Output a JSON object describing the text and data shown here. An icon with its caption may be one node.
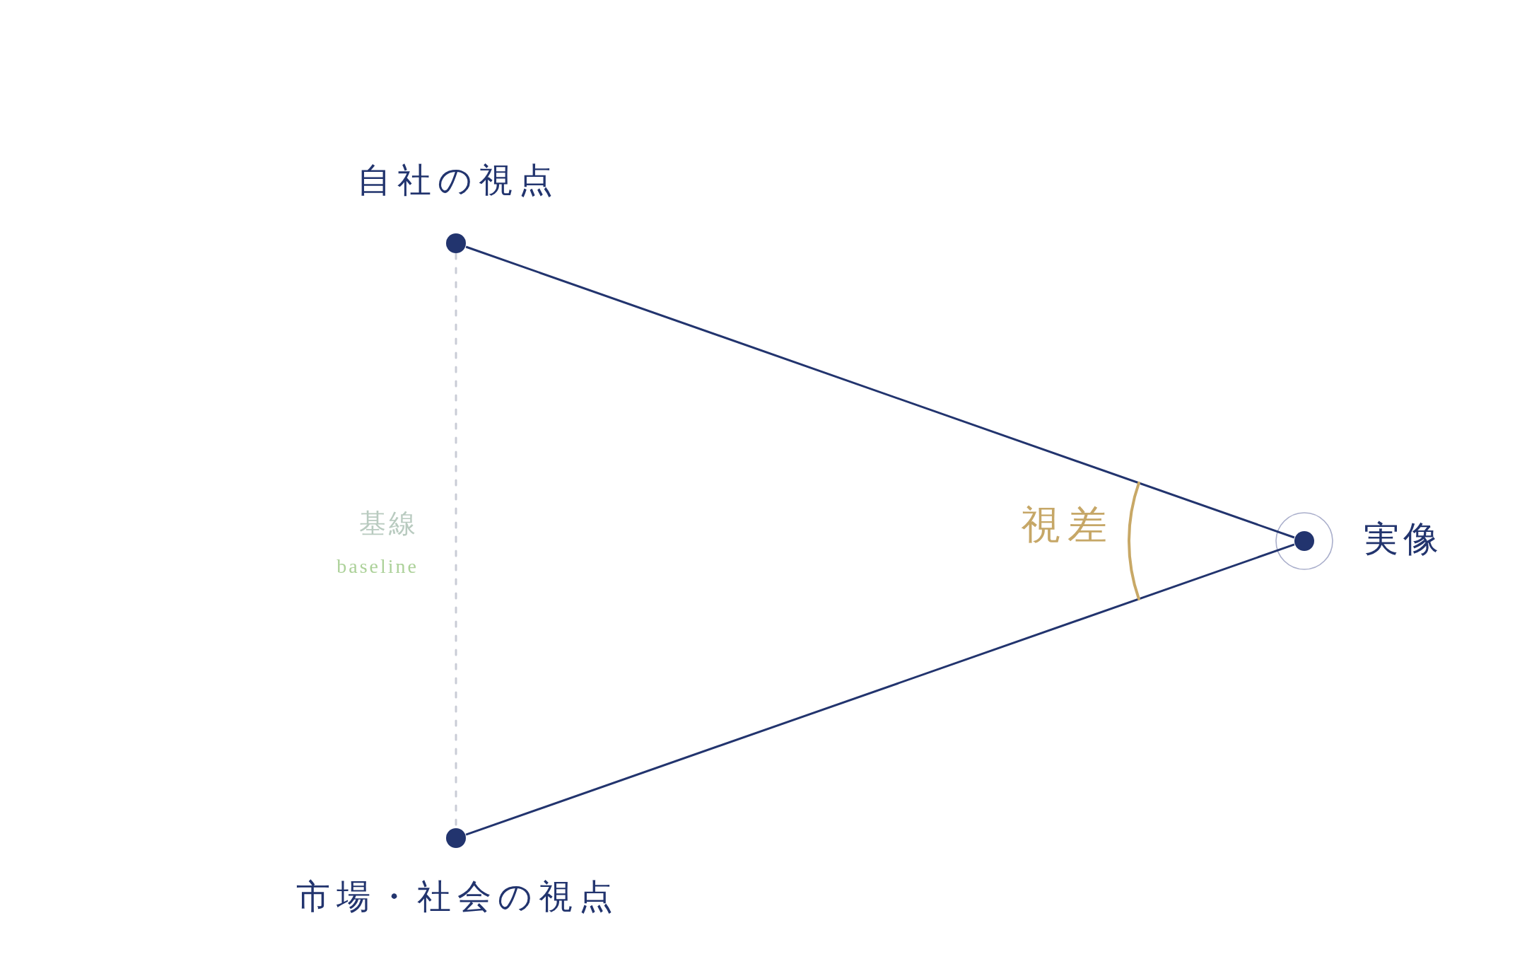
{
  "diagram": {
    "nodes": [
      {
        "text": [
          "自社の視点"
        ]
      },
      {
        "text": [
          "実像"
        ]
      },
      {
        "text": [
          "市場・社会の視点"
        ]
      }
    ],
    "edges": [
      {
        "from": 0,
        "to": 1,
        "arrow": "none"
      },
      {
        "from": 2,
        "to": 1,
        "arrow": "none"
      },
      {
        "from": 0,
        "to": 2,
        "arrow": "none",
        "style": "dashed",
        "color": "#c9ccd6"
      }
    ],
    "labels": [
      "基線",
      "baseline",
      "視差"
    ]
  }
}
